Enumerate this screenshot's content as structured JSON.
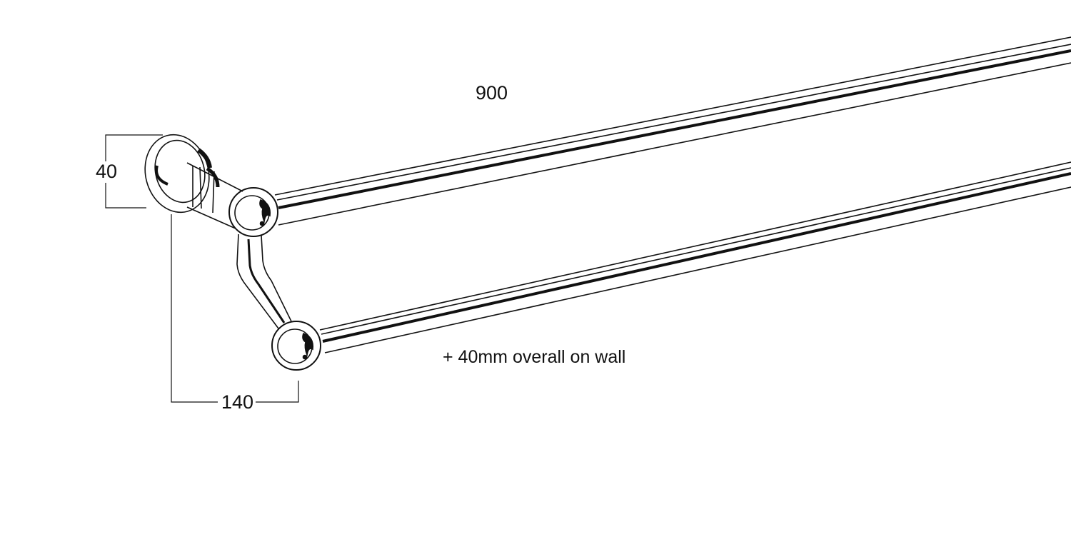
{
  "drawing": {
    "length_label": "900",
    "backplate_height_label": "40",
    "projection_label": "140",
    "note": "+ 40mm overall on wall"
  },
  "colors": {
    "ink": "#111111",
    "background": "#ffffff"
  }
}
